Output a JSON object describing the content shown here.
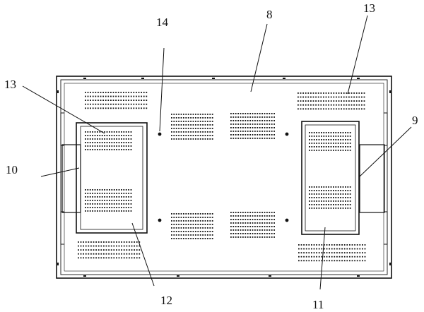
{
  "figure": {
    "callouts": [
      {
        "id": "callout-8",
        "text": "8"
      },
      {
        "id": "callout-9",
        "text": "9"
      },
      {
        "id": "callout-10",
        "text": "10"
      },
      {
        "id": "callout-11",
        "text": "11"
      },
      {
        "id": "callout-12",
        "text": "12"
      },
      {
        "id": "callout-13-left",
        "text": "13"
      },
      {
        "id": "callout-13-right",
        "text": "13"
      },
      {
        "id": "callout-14",
        "text": "14"
      }
    ]
  }
}
